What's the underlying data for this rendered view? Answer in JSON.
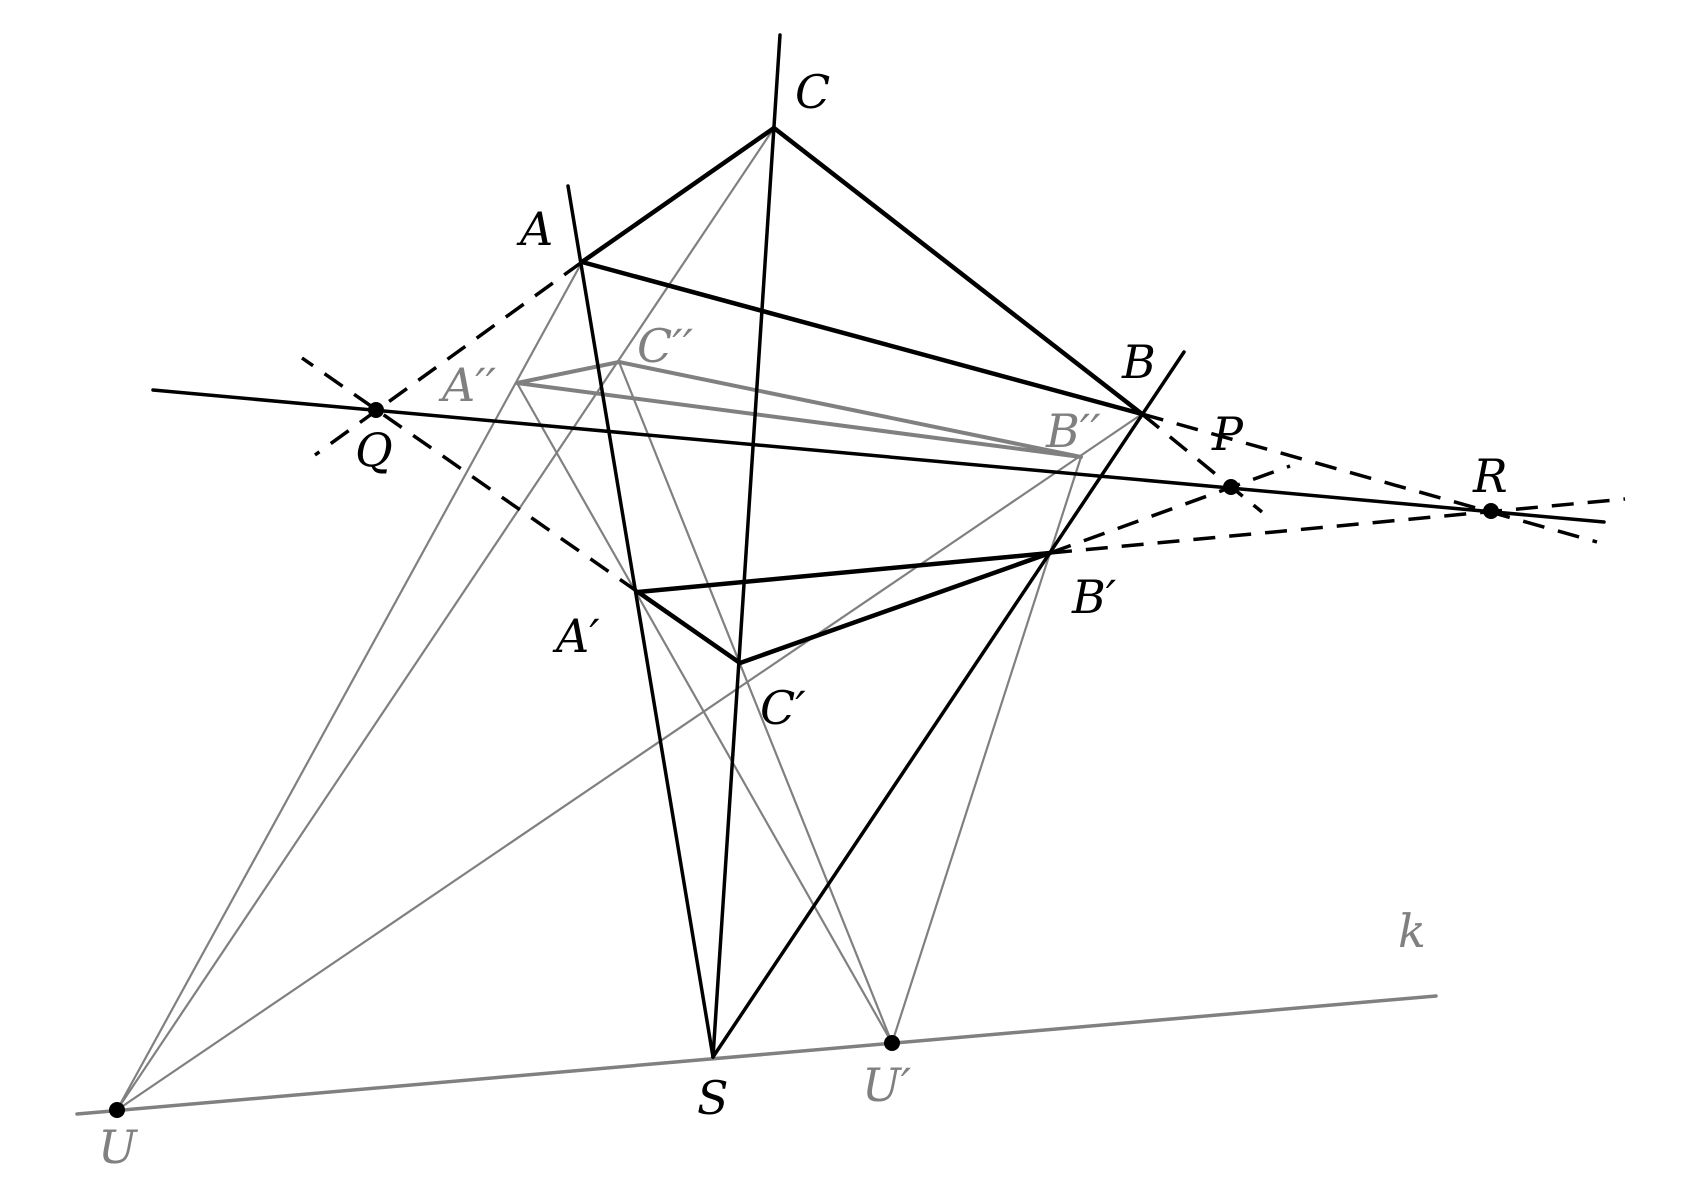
{
  "colors": {
    "black": "#000000",
    "gray": "#808080"
  },
  "labels": {
    "A": "A",
    "B": "B",
    "C": "C",
    "A1": "A′",
    "B1": "B′",
    "C1": "C′",
    "A2": "A′′",
    "B2": "B′′",
    "C2": "C′′",
    "P": "P",
    "Q": "Q",
    "R": "R",
    "S": "S",
    "U": "U",
    "U1": "U′",
    "k": "k"
  }
}
